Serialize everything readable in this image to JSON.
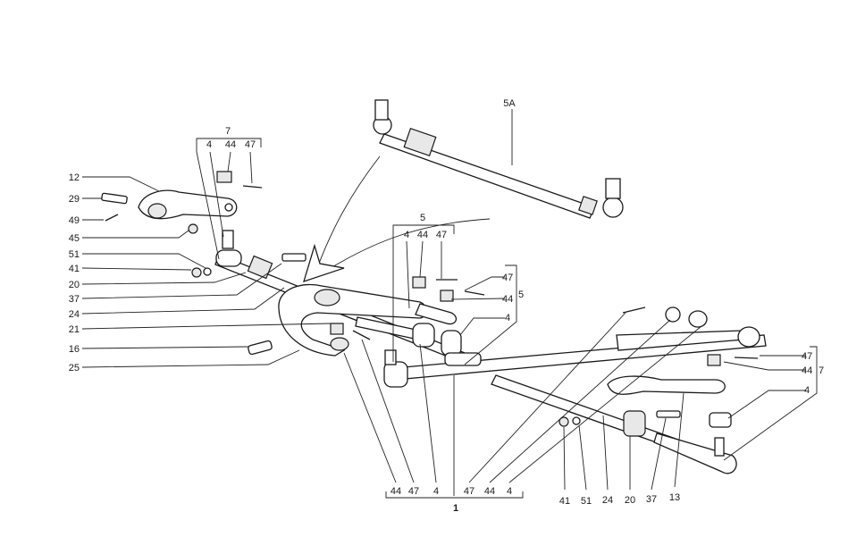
{
  "diagram": {
    "assembly_label": "5A",
    "group7_top": {
      "group": "7",
      "items": [
        "4",
        "44",
        "47"
      ]
    },
    "left_callouts": [
      "12",
      "29",
      "49",
      "45",
      "51",
      "41",
      "20",
      "37",
      "24",
      "21",
      "16",
      "25"
    ],
    "group5_top": {
      "group": "5",
      "items": [
        "4",
        "44",
        "47"
      ]
    },
    "group5_right": {
      "group": "5",
      "items": [
        "47",
        "44",
        "4"
      ]
    },
    "group7_right": {
      "group": "7",
      "items": [
        "47",
        "44",
        "4"
      ]
    },
    "group1_bottom": {
      "group": "1",
      "items": [
        "44",
        "47",
        "4",
        "47",
        "44",
        "4"
      ]
    },
    "bottom_right_callouts": [
      "41",
      "51",
      "24",
      "20",
      "37",
      "13"
    ]
  }
}
